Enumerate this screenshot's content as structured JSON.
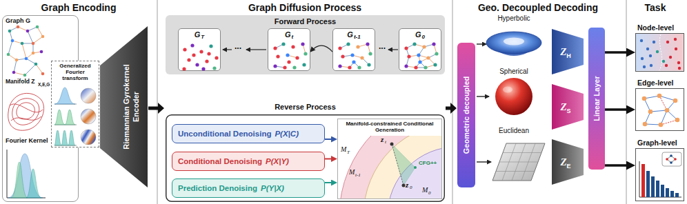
{
  "diagram": {
    "nodes": [
      {
        "text": [
          "Graph G",
          "Manifold Z",
          "X,E,G",
          "Fourier Kernel"
        ]
      },
      {
        "text": [
          "Generalized Fourier transform"
        ]
      },
      {
        "text": [
          "Riemannian Gyrokernel Encoder"
        ]
      },
      {
        "text": [
          "Forward Process"
        ]
      },
      {
        "text": [
          "G",
          "T"
        ],
        "in": 3
      },
      {
        "text": [
          "G",
          "t"
        ],
        "in": 3
      },
      {
        "text": [
          "G",
          "t-1"
        ],
        "in": 3
      },
      {
        "text": [
          "G",
          "0"
        ],
        "in": 3
      },
      {
        "text": [
          "Reverse Process"
        ]
      },
      {
        "text": [
          "Unconditional Denoising",
          "P(X|C)"
        ],
        "in": 8
      },
      {
        "text": [
          "Conditional Denoising",
          "P(X|Y)"
        ],
        "in": 8
      },
      {
        "text": [
          "Prediction Denoising",
          "P(Y|X)"
        ],
        "in": 8
      },
      {
        "text": [
          "Manifold-constrained Conditional Generation"
        ],
        "in": 8
      },
      {
        "text": [
          "Geometric decoupled"
        ]
      },
      {
        "text": [
          "Z",
          "H"
        ]
      },
      {
        "text": [
          "Z",
          "S"
        ]
      },
      {
        "text": [
          "Z",
          "E"
        ]
      },
      {
        "text": [
          "Linear Layer"
        ]
      },
      {
        "text": [
          "Node-level"
        ]
      },
      {
        "text": [
          "Edge-level"
        ]
      },
      {
        "text": [
          "Graph-level"
        ]
      }
    ],
    "edges": [
      {
        "from": 6,
        "to": 5,
        "arrow": "to"
      },
      {
        "from": 9,
        "to": 12,
        "arrow": "to"
      },
      {
        "from": 10,
        "to": 12,
        "arrow": "to"
      },
      {
        "from": 11,
        "to": 12,
        "arrow": "to"
      },
      {
        "from": 17,
        "to": 18,
        "arrow": "to"
      },
      {
        "from": 17,
        "to": 19,
        "arrow": "to"
      },
      {
        "from": 17,
        "to": 20,
        "arrow": "to"
      }
    ],
    "labels": [
      "Graph Encoding",
      "Graph Diffusion Process",
      "Geo. Decoupled Decoding",
      "Task",
      "...",
      "...",
      "M",
      "T",
      "M",
      "t-1",
      "M",
      "0",
      "z",
      "t",
      "z",
      "0",
      "CFG++",
      "Hyperbolic",
      "Spherical",
      "Euclidean"
    ]
  }
}
